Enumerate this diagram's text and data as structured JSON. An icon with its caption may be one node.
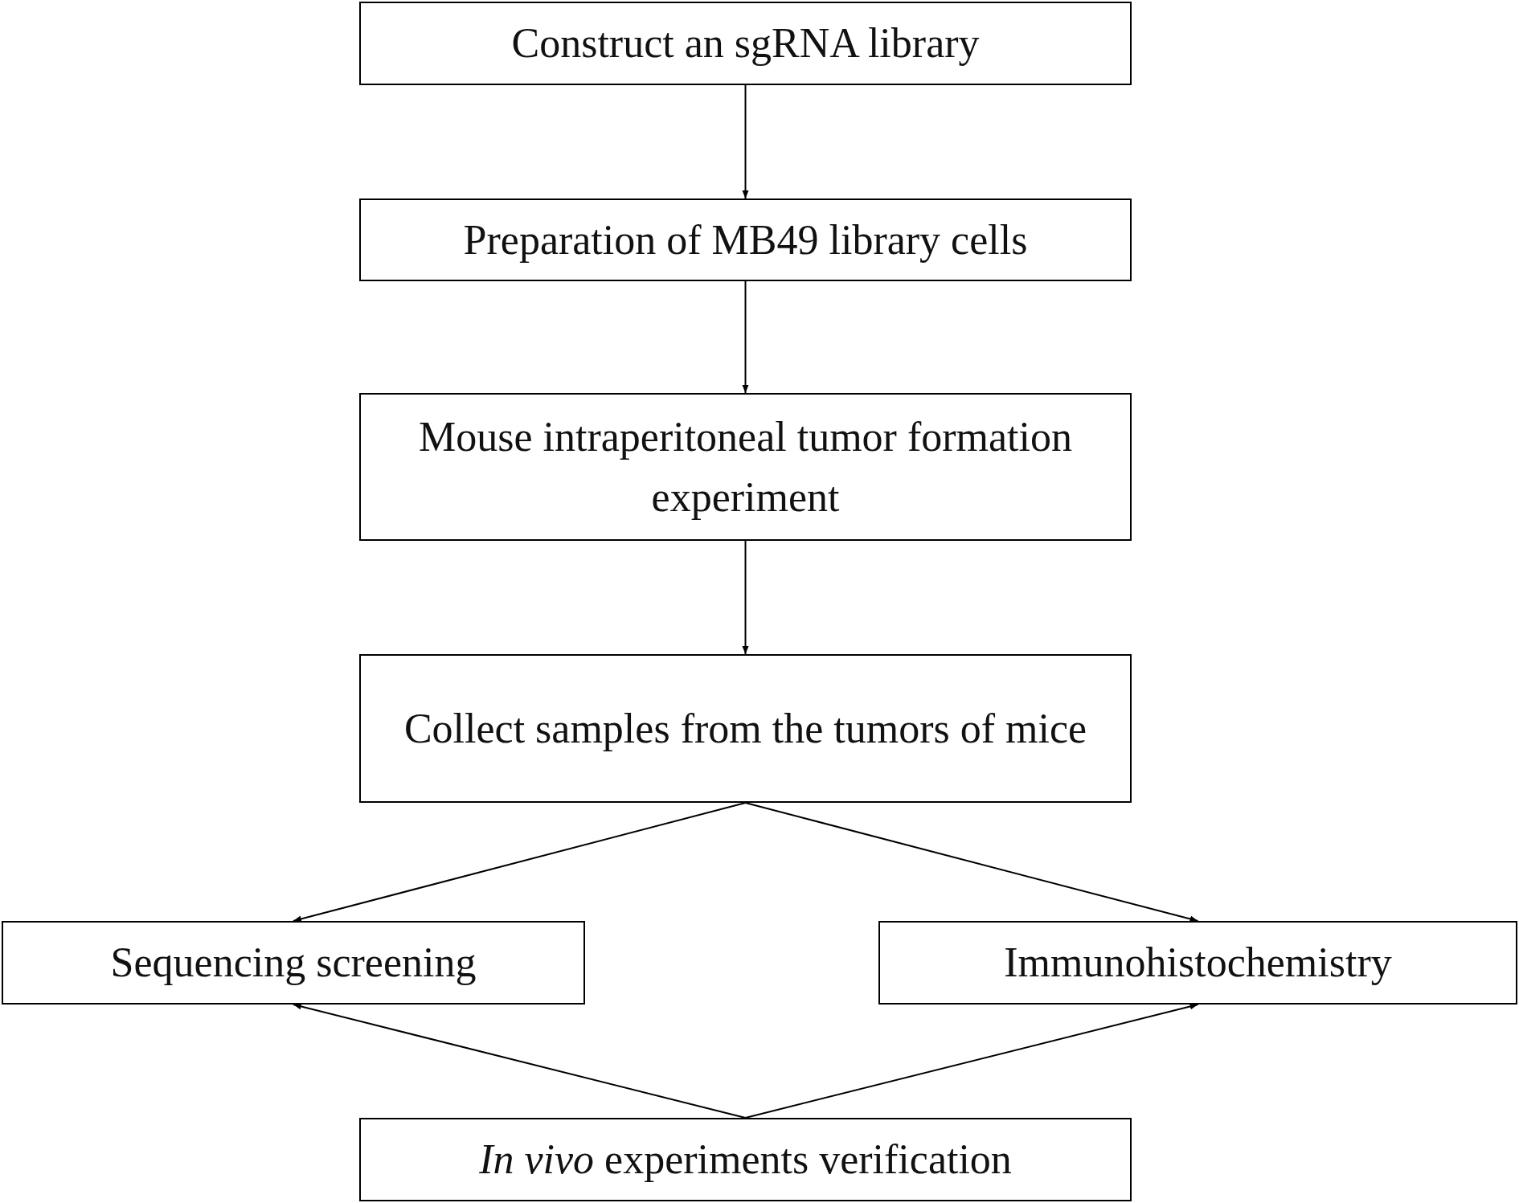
{
  "diagram": {
    "nodes": [
      {
        "text": [
          "Construct an sgRNA library"
        ]
      },
      {
        "text": [
          "Preparation of MB49 library cells"
        ]
      },
      {
        "text": [
          "Mouse intraperitoneal tumor formation experiment"
        ]
      },
      {
        "text": [
          "Collect samples from the tumors of mice"
        ]
      },
      {
        "text": [
          "Sequencing screening"
        ]
      },
      {
        "text": [
          "Immunohistochemistry"
        ]
      },
      {
        "text": [
          "*In vivo* experiments verification"
        ]
      }
    ],
    "edges": [
      {
        "from": 0,
        "to": 1,
        "arrow": "to"
      },
      {
        "from": 1,
        "to": 2,
        "arrow": "to"
      },
      {
        "from": 2,
        "to": 3,
        "arrow": "to"
      },
      {
        "from": 3,
        "to": 4,
        "arrow": "to"
      },
      {
        "from": 3,
        "to": 5,
        "arrow": "to"
      },
      {
        "from": 6,
        "to": 4,
        "arrow": "to"
      },
      {
        "from": 6,
        "to": 5,
        "arrow": "to"
      }
    ]
  }
}
